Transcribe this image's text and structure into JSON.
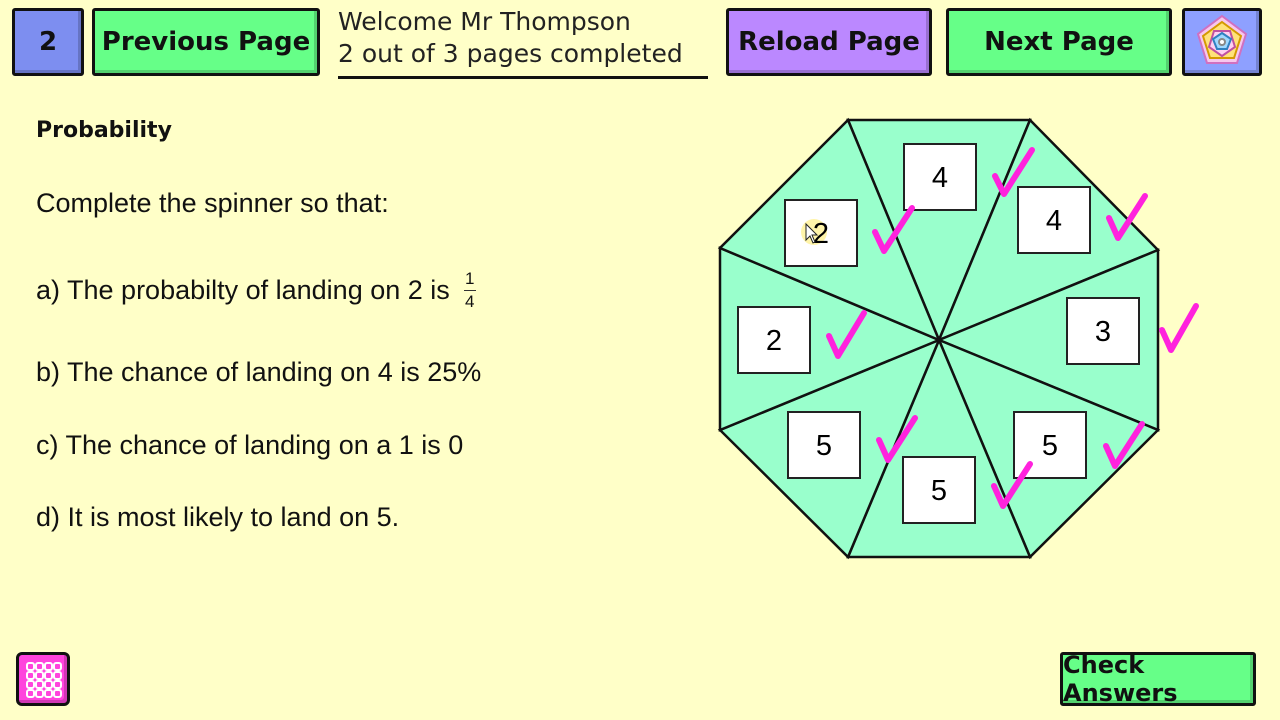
{
  "header": {
    "page_number": "2",
    "previous_label": "Previous Page",
    "welcome_line": "Welcome Mr Thompson",
    "progress_line": "2 out of 3 pages completed",
    "reload_label": "Reload Page",
    "next_label": "Next Page",
    "logo_icon": "rose-pattern-icon"
  },
  "content": {
    "title": "Probability",
    "intro": "Complete the spinner so that:",
    "a_text": "a) The probabilty of landing on 2 is",
    "a_fraction": {
      "numerator": "1",
      "denominator": "4"
    },
    "b_text": "b) The chance of landing on 4 is 25%",
    "c_text": "c) The chance of landing on a 1 is 0",
    "d_text": "d) It is most likely to land on 5."
  },
  "spinner": {
    "sector_color": "#99ffcc",
    "tick_color": "#ff22dd",
    "sectors": [
      {
        "value": "4",
        "correct": true
      },
      {
        "value": "4",
        "correct": true
      },
      {
        "value": "3",
        "correct": true
      },
      {
        "value": "5",
        "correct": true
      },
      {
        "value": "5",
        "correct": true
      },
      {
        "value": "5",
        "correct": true
      },
      {
        "value": "2",
        "correct": true
      },
      {
        "value": "2",
        "correct": true
      }
    ]
  },
  "footer": {
    "check_label": "Check Answers",
    "menu_icon": "grid-menu-icon"
  }
}
